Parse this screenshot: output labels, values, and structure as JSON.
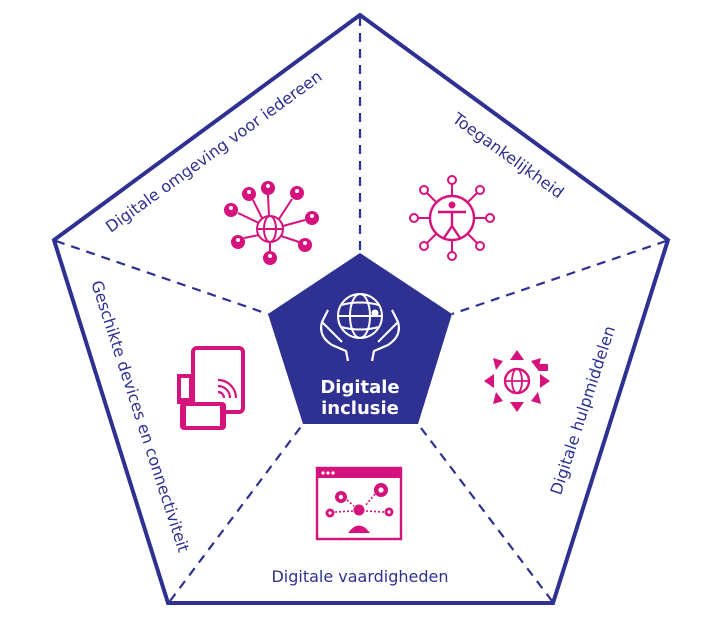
{
  "center": {
    "line1": "Digitale",
    "line2": "inclusie"
  },
  "segments": [
    {
      "label": "Digitale omgeving voor iedereen",
      "icon": "network-people-icon"
    },
    {
      "label": "Toegankelijkheid",
      "icon": "accessibility-person-icon"
    },
    {
      "label": "Digitale hulpmiddelen",
      "icon": "globe-arrows-icon"
    },
    {
      "label": "Digitale vaardigheden",
      "icon": "browser-gears-person-icon"
    },
    {
      "label": "Geschikte devices en connectiviteit",
      "icon": "devices-wifi-icon"
    }
  ],
  "colors": {
    "navy": "#2e3191",
    "magenta": "#d6127c",
    "white": "#ffffff"
  }
}
